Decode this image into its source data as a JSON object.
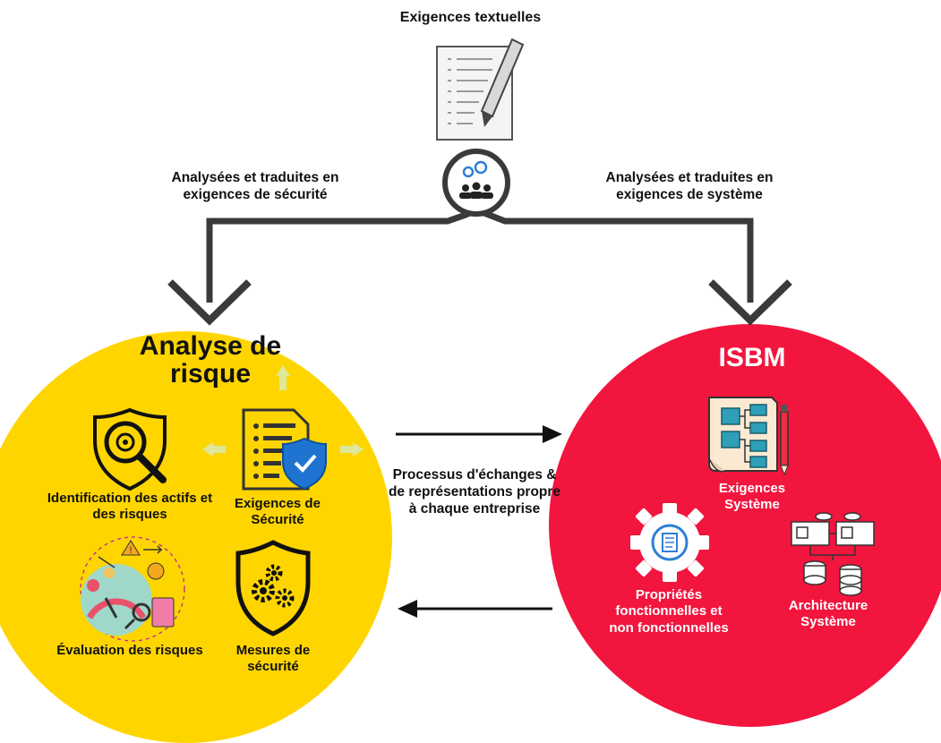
{
  "top_label": "Exigences textuelles",
  "left_branch_label": "Analysées et traduites en exigences de sécurité",
  "right_branch_label": "Analysées et traduites en exigences de système",
  "exchange_label": "Processus d'échanges & de représentations propre à chaque entreprise",
  "risk_analysis": {
    "title": "Analyse de risque",
    "items": {
      "identification": "Identification des actifs et des risques",
      "security_requirements": "Exigences de Sécurité",
      "evaluation": "Évaluation des risques",
      "security_measures": "Mesures de sécurité"
    }
  },
  "isbm": {
    "title": "ISBM",
    "items": {
      "system_requirements": "Exigences Système",
      "properties": "Propriétés fonctionnelles et non fonctionnelles",
      "architecture": "Architecture Système"
    }
  },
  "colors": {
    "risk_circle": "#FFD500",
    "isbm_circle": "#F2153E",
    "connector": "#3a3a3a"
  },
  "icons": [
    "document-pencil-icon",
    "team-gears-icon",
    "shield-magnifier-icon",
    "document-shield-icon",
    "risk-evaluation-icon",
    "shield-gears-icon",
    "system-diagram-icon",
    "gear-document-icon",
    "architecture-blocks-icon"
  ]
}
